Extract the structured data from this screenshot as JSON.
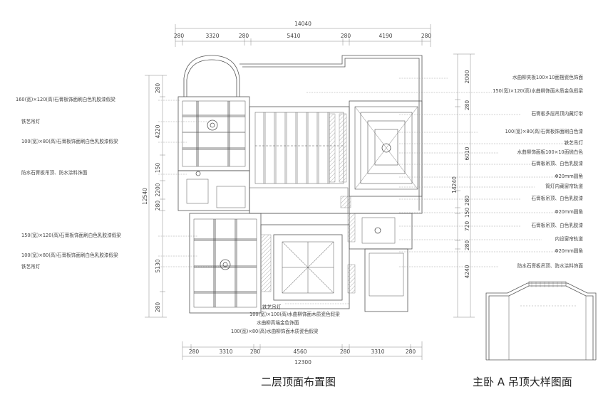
{
  "titles": {
    "left": "二层顶面布置图",
    "right": "主卧 A 吊顶大样图面"
  },
  "dimensions": {
    "top_total": "14040",
    "top": [
      "280",
      "3320",
      "280",
      "5410",
      "280",
      "4190",
      "280"
    ],
    "bottom_total": "12300",
    "bottom": [
      "280",
      "3310",
      "280",
      "4560",
      "280",
      "3310",
      "280"
    ],
    "left_total": "12540",
    "left": [
      "280",
      "4220",
      "150",
      "2200",
      "280",
      "5130",
      "280"
    ],
    "right_total": "14240",
    "right": [
      "2000",
      "280",
      "6010",
      "280",
      "150",
      "720",
      "280",
      "4240"
    ]
  },
  "annotations_left": [
    "160(宽)×120(高)石膏板饰面刷白色乳胶漆假梁",
    "铁艺吊灯",
    "100(宽)×80(高)石膏板饰面刷白色乳胶漆假梁",
    "防水石膏板吊顶、防水涂料饰面",
    "150(宽)×120(高)石膏板饰面刷白色乳胶漆假梁",
    "100(宽)×80(高)石膏板饰面刷白色乳胶漆假梁",
    "铁艺吊灯"
  ],
  "annotations_right": [
    "水曲柳夹板100×10面摆瓷色饰面",
    "150(宽)×120(高)水曲柳饰面木质金色假梁",
    "石膏板多层吊顶内藏灯带",
    "100(宽)×80(高)石膏板饰面刷白色漆",
    "铁艺吊灯",
    "水曲柳饰面板100×10面抛白色",
    "石膏板吊顶、白色乳胶漆",
    "Φ20mm圆角",
    "筒灯内藏窗帘轨道",
    "石膏板吊顶、白色乳胶漆",
    "Φ20mm圆角",
    "石膏板吊顶、白色乳胶漆",
    "内设窗帘轨道",
    "Φ20mm圆角",
    "防水石膏板吊顶、防水涂料饰面"
  ],
  "annotations_bottom": [
    "铁艺吊灯",
    "100(宽)×100(高)水曲柳饰面木质瓷色假梁",
    "水曲柳高端金色饰面",
    "100(宽)×80(高)水曲柳饰面木质瓷色假梁"
  ]
}
